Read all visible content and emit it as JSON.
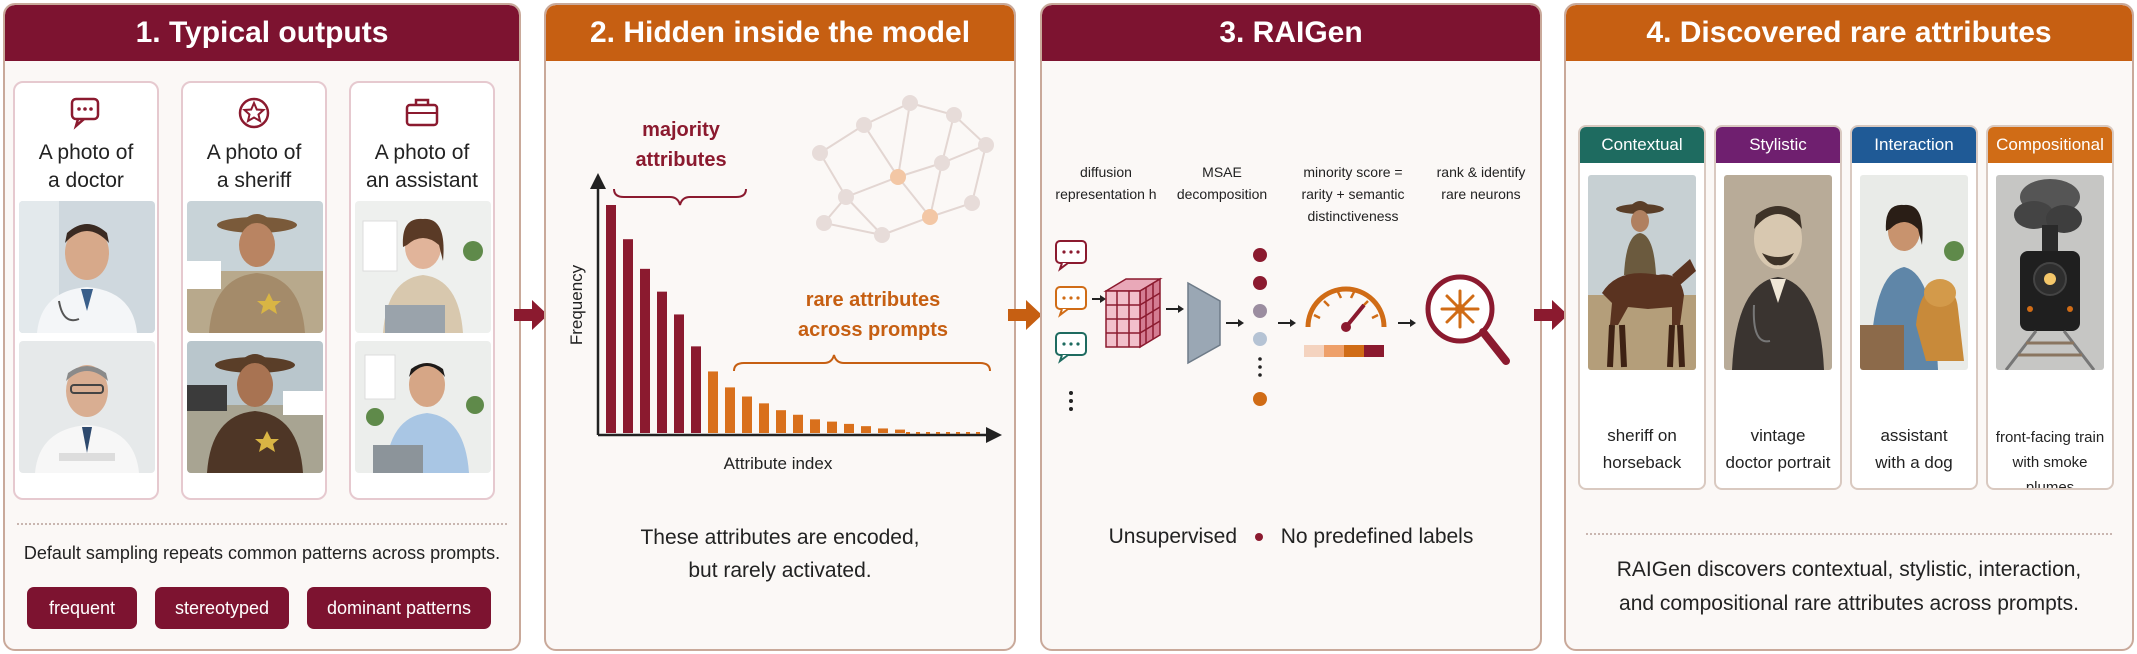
{
  "panels": {
    "p1": {
      "title": "1. Typical outputs",
      "columns": [
        {
          "line1": "A photo of",
          "line2": "a doctor",
          "icon": "chat-bubble-icon"
        },
        {
          "line1": "A photo of",
          "line2": "a sheriff",
          "icon": "star-badge-icon"
        },
        {
          "line1": "A photo of",
          "line2": "an assistant",
          "icon": "briefcase-icon"
        }
      ],
      "caption": "Default sampling repeats common patterns across prompts.",
      "tags": [
        "frequent",
        "stereotyped",
        "dominant patterns"
      ]
    },
    "p2": {
      "title": "2. Hidden inside the model",
      "majority_line1": "majority",
      "majority_line2": "attributes",
      "rare_line1": "rare attributes",
      "rare_line2": "across prompts",
      "text_line1": "These attributes are encoded,",
      "text_line2": "but rarely activated."
    },
    "p3": {
      "title": "3. RAIGen",
      "steps": [
        {
          "line1": "diffusion",
          "line2": "representation h"
        },
        {
          "line1": "MSAE",
          "line2": "decomposition"
        },
        {
          "line1": "minority score =",
          "line2": "rarity + semantic",
          "line3": "distinctiveness"
        },
        {
          "line1": "rank & identify",
          "line2": "rare neurons"
        }
      ],
      "footer_left": "Unsupervised",
      "footer_right": "No predefined labels"
    },
    "p4": {
      "title": "4. Discovered rare attributes",
      "cards": [
        {
          "label": "Contextual",
          "color": "#1e6b60",
          "cap1": "sheriff on",
          "cap2": "horseback"
        },
        {
          "label": "Stylistic",
          "color": "#6f1f6f",
          "cap1": "vintage",
          "cap2": "doctor portrait"
        },
        {
          "label": "Interaction",
          "color": "#1f5a96",
          "cap1": "assistant",
          "cap2": "with a dog"
        },
        {
          "label": "Compositional",
          "color": "#d06c16",
          "cap1": "front-facing train",
          "cap2": "with smoke plumes"
        }
      ],
      "text_line1": "RAIGen discovers contextual, stylistic, interaction,",
      "text_line2": "and compositional rare attributes across prompts."
    }
  },
  "chart_data": {
    "type": "bar",
    "xlabel": "Attribute index",
    "ylabel": "Frequency",
    "values": [
      100,
      85,
      72,
      62,
      52,
      38,
      27,
      20,
      16,
      13,
      10,
      8,
      6,
      5,
      4,
      3,
      2,
      1.5
    ],
    "majority_count": 6,
    "colors": {
      "majority": "#8b1a2f",
      "rare": "#d9701c"
    },
    "ylim": [
      0,
      100
    ]
  }
}
